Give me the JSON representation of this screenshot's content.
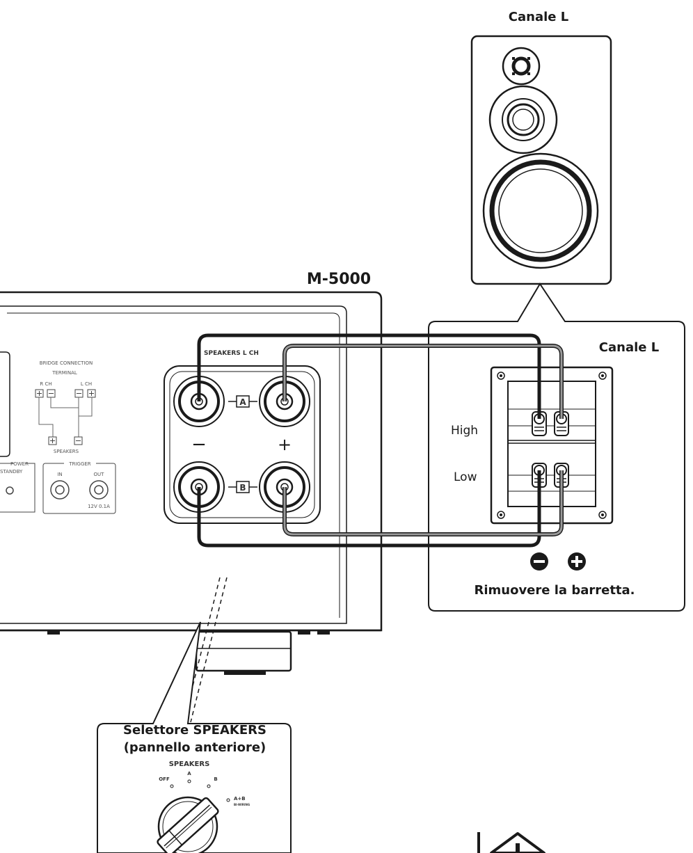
{
  "speaker": {
    "title": "Canale L"
  },
  "amp": {
    "model": "M-5000",
    "bridge_title": "BRIDGE CONNECTION",
    "bridge_terminal": "TERMINAL",
    "bridge_rch": "R CH",
    "bridge_lch": "L CH",
    "bridge_speakers": "SPEAKERS",
    "power_label": "POWER",
    "standby_label": "STANDBY",
    "trigger_label": "TRIGGER",
    "trigger_in": "IN",
    "trigger_out": "OUT",
    "trigger_out_spec": "12V 0.1A",
    "speakers_label": "SPEAKERS L CH",
    "terminal_a": "A",
    "terminal_b": "B",
    "minus_sign": "−",
    "plus_sign": "+"
  },
  "detail": {
    "title": "Canale L",
    "high_label": "High",
    "low_label": "Low",
    "note": "Rimuovere la barretta."
  },
  "selector": {
    "title_line1": "Selettore SPEAKERS",
    "title_line2": "(pannello anteriore)",
    "knob_title": "SPEAKERS",
    "pos_off": "OFF",
    "pos_a": "A",
    "pos_b": "B",
    "pos_ab": "A+B",
    "pos_ab_sub": "BI-WIRING"
  },
  "colors": {
    "line": "#1a1a1a",
    "cable_dark": "#1a1a1a",
    "cable_light": "#8a8a8a",
    "background": "#ffffff"
  }
}
